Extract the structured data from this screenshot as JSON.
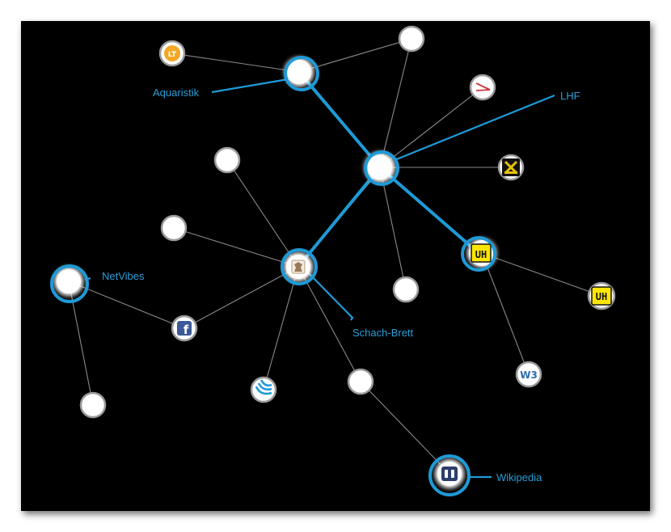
{
  "diagram": {
    "labels": {
      "aquaristik": "Aquaristik",
      "lhf": "LHF",
      "netvibes": "NetVibes",
      "schach_brett": "Schach-Brett",
      "wikipedia": "Wikipedia"
    },
    "icons": {
      "lt_logo": "LT",
      "facebook": "f",
      "uh_logo": "UH",
      "w3": "W3"
    },
    "colors": {
      "background": "#000000",
      "highlight": "#1e9ad6",
      "label": "#2a9ed8",
      "edge": "#8a8a8a",
      "node": "#ffffff"
    }
  }
}
